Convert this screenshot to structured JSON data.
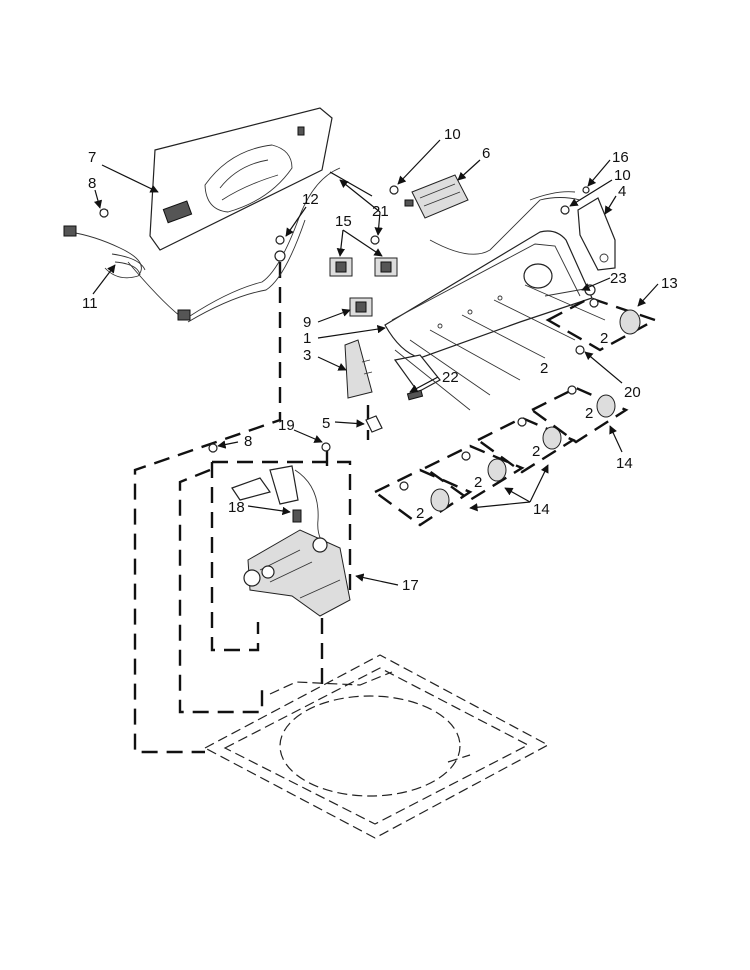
{
  "callouts": {
    "c1": "1",
    "c2a": "2",
    "c2b": "2",
    "c2c": "2",
    "c2d": "2",
    "c2e": "2",
    "c2f": "2",
    "c3": "3",
    "c4": "4",
    "c5": "5",
    "c6": "6",
    "c7": "7",
    "c8a": "8",
    "c8b": "8",
    "c9": "9",
    "c10a": "10",
    "c10b": "10",
    "c11": "11",
    "c12": "12",
    "c13": "13",
    "c14a": "14",
    "c14b": "14",
    "c15": "15",
    "c16": "16",
    "c17": "17",
    "c18": "18",
    "c19": "19",
    "c20": "20",
    "c21": "21",
    "c22": "22",
    "c23": "23"
  }
}
